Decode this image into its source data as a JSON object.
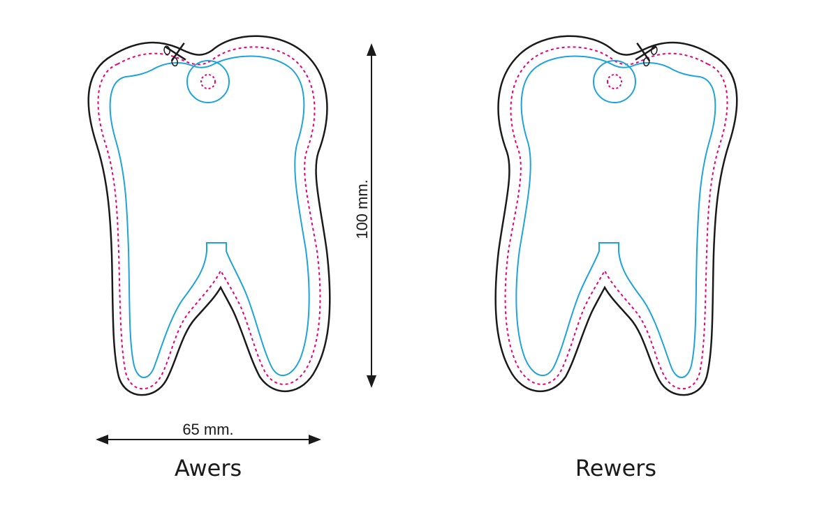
{
  "dimensions": {
    "width_label": "65 mm.",
    "height_label": "100 mm."
  },
  "sides": {
    "front_label": "Awers",
    "back_label": "Rewers"
  },
  "colors": {
    "cut_line": "#1a1a1a",
    "bleed_line": "#e5007e",
    "safe_line": "#1fa3dc"
  }
}
